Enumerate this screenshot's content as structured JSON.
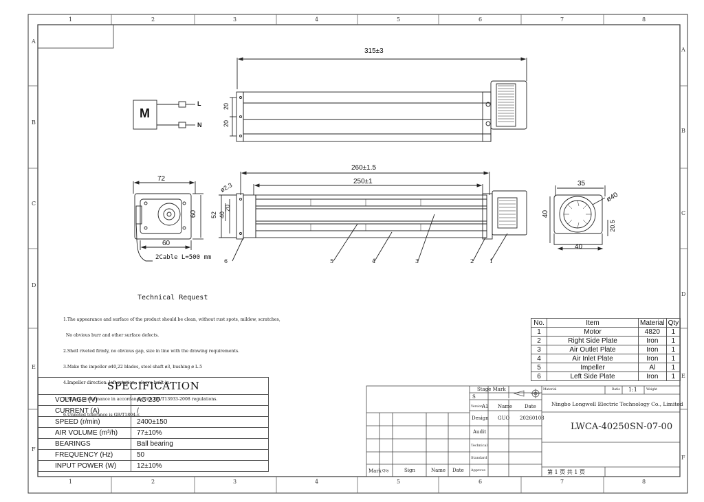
{
  "frame": {
    "col_labels": [
      "1",
      "2",
      "3",
      "4",
      "5",
      "6",
      "7",
      "8"
    ],
    "row_labels": [
      "A",
      "B",
      "C",
      "D",
      "E",
      "F"
    ]
  },
  "dimensions": {
    "top_length": "315±3",
    "top_h1": "20",
    "top_h2": "20",
    "mid_len1": "260±1.5",
    "mid_len2": "250±1",
    "mid_hole": "ø2.3",
    "mid_h52": "52",
    "mid_h40": "40",
    "mid_h20": "20",
    "end_w72": "72",
    "end_h60": "60",
    "end_w60": "60",
    "cable": "2Cable L=500 mm",
    "right_w35": "35",
    "right_d40": "ø40",
    "right_h40": "40",
    "right_h20": "20.5",
    "right_w40": "40"
  },
  "wiring": {
    "motor": "M",
    "l": "L",
    "n": "N"
  },
  "balloons": [
    "6",
    "5",
    "4",
    "3",
    "2",
    "1"
  ],
  "technical": {
    "title": "Technical Request",
    "lines": [
      "1.The appearance and surface of the product should be clean, without rust spots, mildew, scratches,",
      "  No obvious burr and other surface defects.",
      "2.Shell riveted firmly, no obvious gap, size in line with the drawing requirements.",
      "3.Make the impeller ø40,22 blades, steel shaft ø3, bushing ø L.5",
      "4.Impeller direction: left rotation,  sleeve built-in.",
      "5.Safety performance in accordance with GB/T13933-2008 regulations.",
      "6.Unnoted tolerance is GB/T1804-v."
    ]
  },
  "spec": {
    "title": "SPECIFICATION",
    "rows": [
      {
        "label": "VOLTAGE (V)",
        "value": "AC 230"
      },
      {
        "label": "CURRENT  (A)",
        "value": "/"
      },
      {
        "label": "SPEED   (r/min)",
        "value": "2400±150"
      },
      {
        "label": "AIR  VOLUME   (m³/h)",
        "value": "77±10%"
      },
      {
        "label": "BEARINGS",
        "value": "Ball bearing"
      },
      {
        "label": "FREQUENCY (Hz)",
        "value": "50"
      },
      {
        "label": "INPUT  POWER  (W)",
        "value": "12±10%"
      }
    ]
  },
  "parts": {
    "headers": [
      "No.",
      "Item",
      "Material",
      "Qty"
    ],
    "rows": [
      [
        "1",
        "Motor",
        "4820",
        "1"
      ],
      [
        "2",
        "Right Side Plate",
        "Iron",
        "1"
      ],
      [
        "3",
        "Air Outlet Plate",
        "Iron",
        "1"
      ],
      [
        "4",
        "Air Inlet Plate",
        "Iron",
        "1"
      ],
      [
        "5",
        "Impeller",
        "Al",
        "1"
      ],
      [
        "6",
        "Left Side Plate",
        "Iron",
        "1"
      ]
    ]
  },
  "title_block": {
    "stage_mark": "Stage Mark",
    "stage_s": "S",
    "version": "Version",
    "version_val": "A1",
    "name": "Name",
    "date": "Date",
    "design": "Design",
    "design_name": "GUO",
    "design_date": "20260108",
    "audit": "Audit",
    "technical": "Technical",
    "standard": "Standard",
    "approve": "Approve",
    "mark": "Mark",
    "qty": "Qty",
    "sign": "Sign",
    "name2": "Name",
    "date2": "Date",
    "material": "Material",
    "ratio": "Ratio",
    "ratio_val": "1:1",
    "weight": "Weight",
    "company": "Ningbo Longwell Electric Technology  Co., Limited",
    "drawing_no": "LWCA-40250SN-07-00",
    "page_info": "第 1 页   共 1 页"
  }
}
